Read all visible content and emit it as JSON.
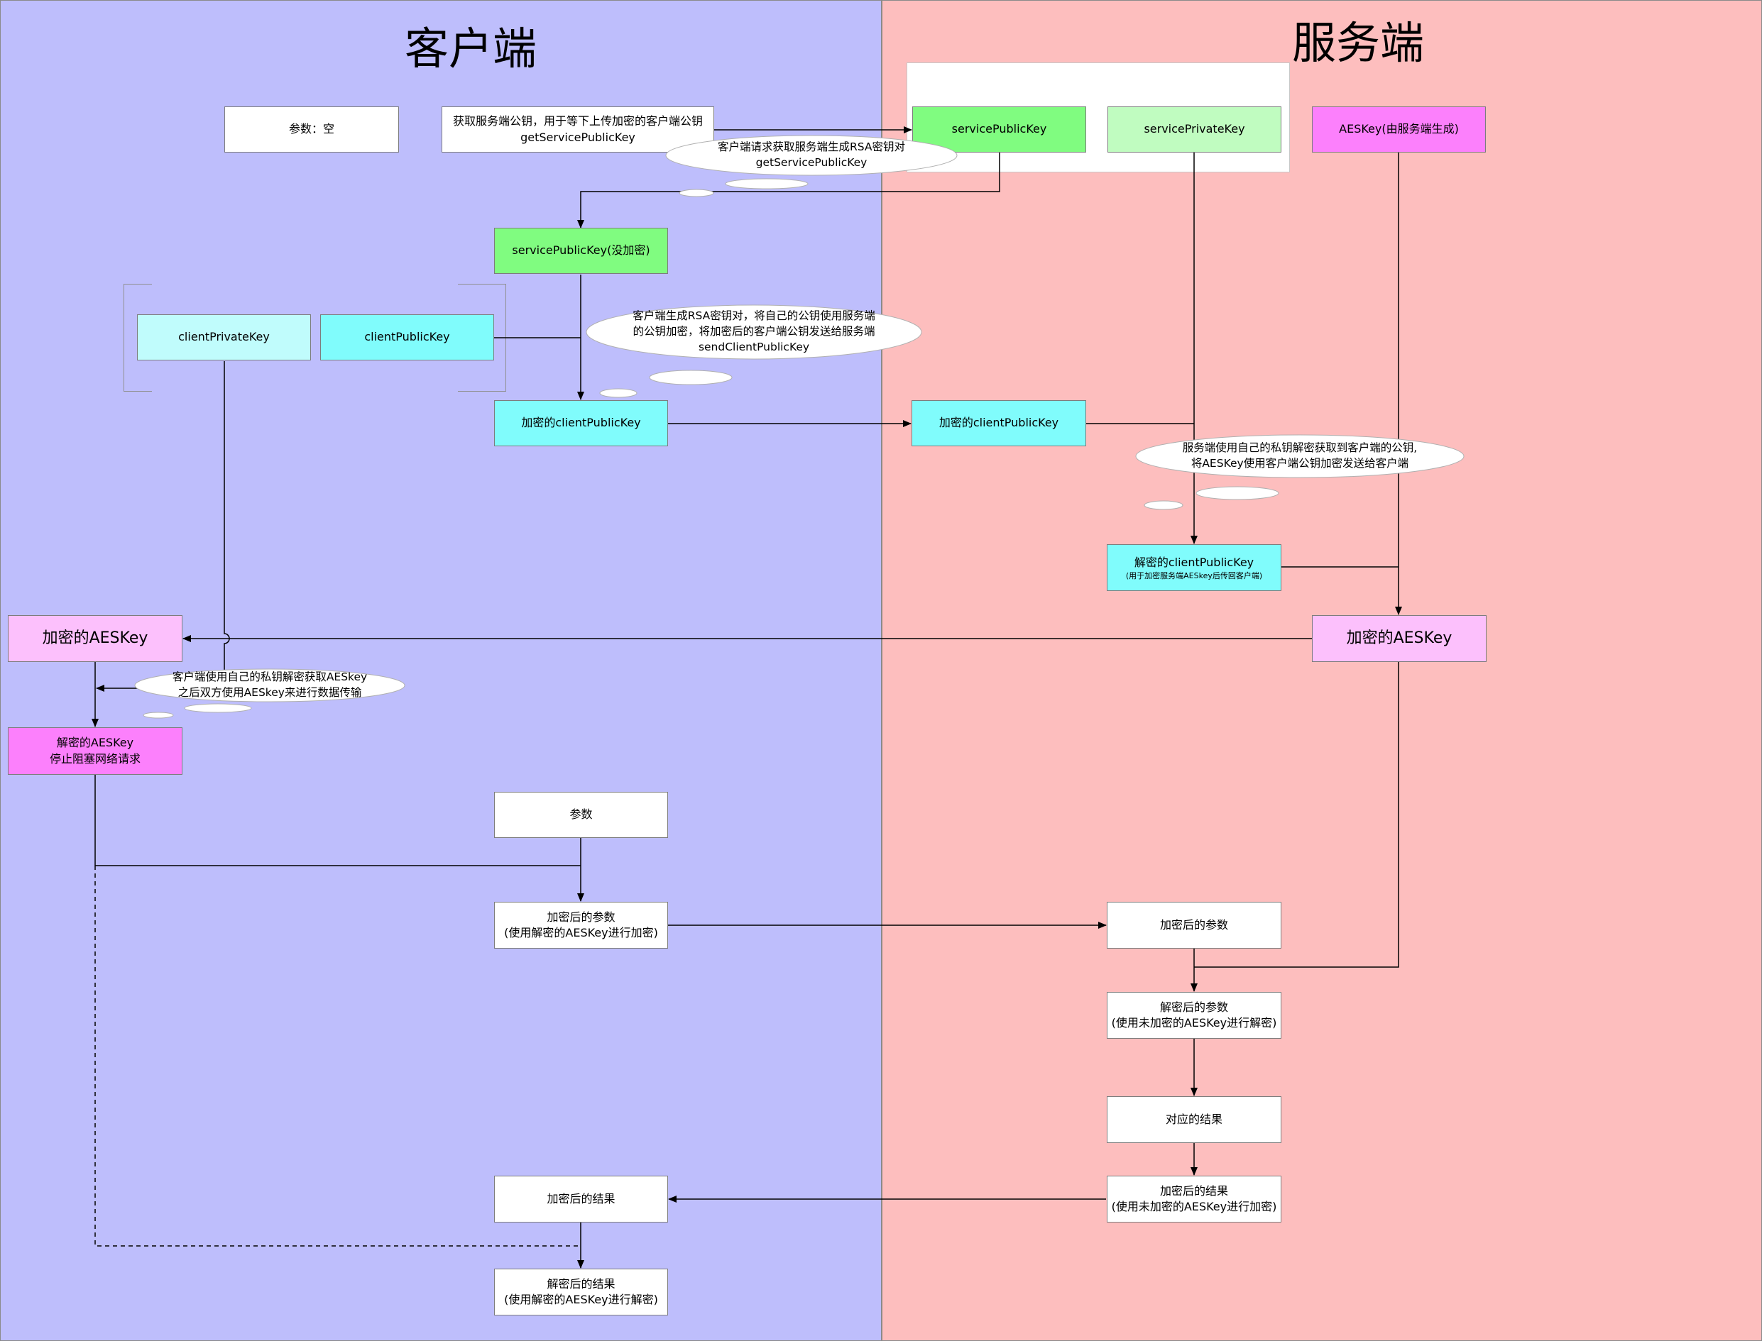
{
  "lanes": {
    "client_title": "客户端",
    "server_title": "服务端"
  },
  "nodes": {
    "params_empty": "参数：空",
    "get_key_line1": "获取服务端公钥，用于等下上传加密的客户端公钥",
    "get_key_line2": "getServicePublicKey",
    "service_public_key": "servicePublicKey",
    "service_private_key": "servicePrivateKey",
    "aes_key_server": "AESKey(由服务端生成)",
    "service_public_key_plain": "servicePublicKey(没加密)",
    "client_private_key": "clientPrivateKey",
    "client_public_key": "clientPublicKey",
    "encrypted_client_pk_client": "加密的clientPublicKey",
    "encrypted_client_pk_server": "加密的clientPublicKey",
    "decrypted_client_pk": "解密的clientPublicKey",
    "decrypted_client_pk_sub": "(用于加密服务端AESkey后传回客户端)",
    "encrypted_aes_client": "加密的AESKey",
    "encrypted_aes_server": "加密的AESKey",
    "decrypted_aes_line1": "解密的AESKey",
    "decrypted_aes_line2": "停止阻塞网络请求",
    "params": "参数",
    "encrypted_params_line1": "加密后的参数",
    "encrypted_params_line2": "(使用解密的AESKey进行加密)",
    "encrypted_params_server": "加密后的参数",
    "decrypted_params_line1": "解密后的参数",
    "decrypted_params_line2": "(使用未加密的AESKey进行解密)",
    "result": "对应的结果",
    "encrypted_result_server_line1": "加密后的结果",
    "encrypted_result_server_line2": "(使用未加密的AESKey进行加密)",
    "encrypted_result_client": "加密后的结果",
    "decrypted_result_line1": "解密后的结果",
    "decrypted_result_line2": "(使用解密的AESKey进行解密)"
  },
  "notes": {
    "cloud1_line1": "客户端请求获取服务端生成RSA密钥对",
    "cloud1_line2": "getServicePublicKey",
    "cloud2_line1": "客户端生成RSA密钥对，将自己的公钥使用服务端",
    "cloud2_line2": "的公钥加密，将加密后的客户端公钥发送给服务端",
    "cloud2_line3": "sendClientPublicKey",
    "cloud3_line1": "服务端使用自己的私钥解密获取到客户端的公钥,",
    "cloud3_line2": "将AESKey使用客户端公钥加密发送给客户端",
    "cloud4_line1": "客户端使用自己的私钥解密获取AESkey",
    "cloud4_line2": "之后双方使用AESkey来进行数据传输"
  },
  "colors": {
    "client_lane": "#bebefc",
    "server_lane": "#fdbebe",
    "green": "#80fc80",
    "light_green": "#c0fcc0",
    "magenta": "#fc80fc",
    "light_magenta": "#fcc0fc",
    "cyan": "#80fcfc",
    "light_cyan": "#c0fcfc",
    "white": "#ffffff"
  }
}
